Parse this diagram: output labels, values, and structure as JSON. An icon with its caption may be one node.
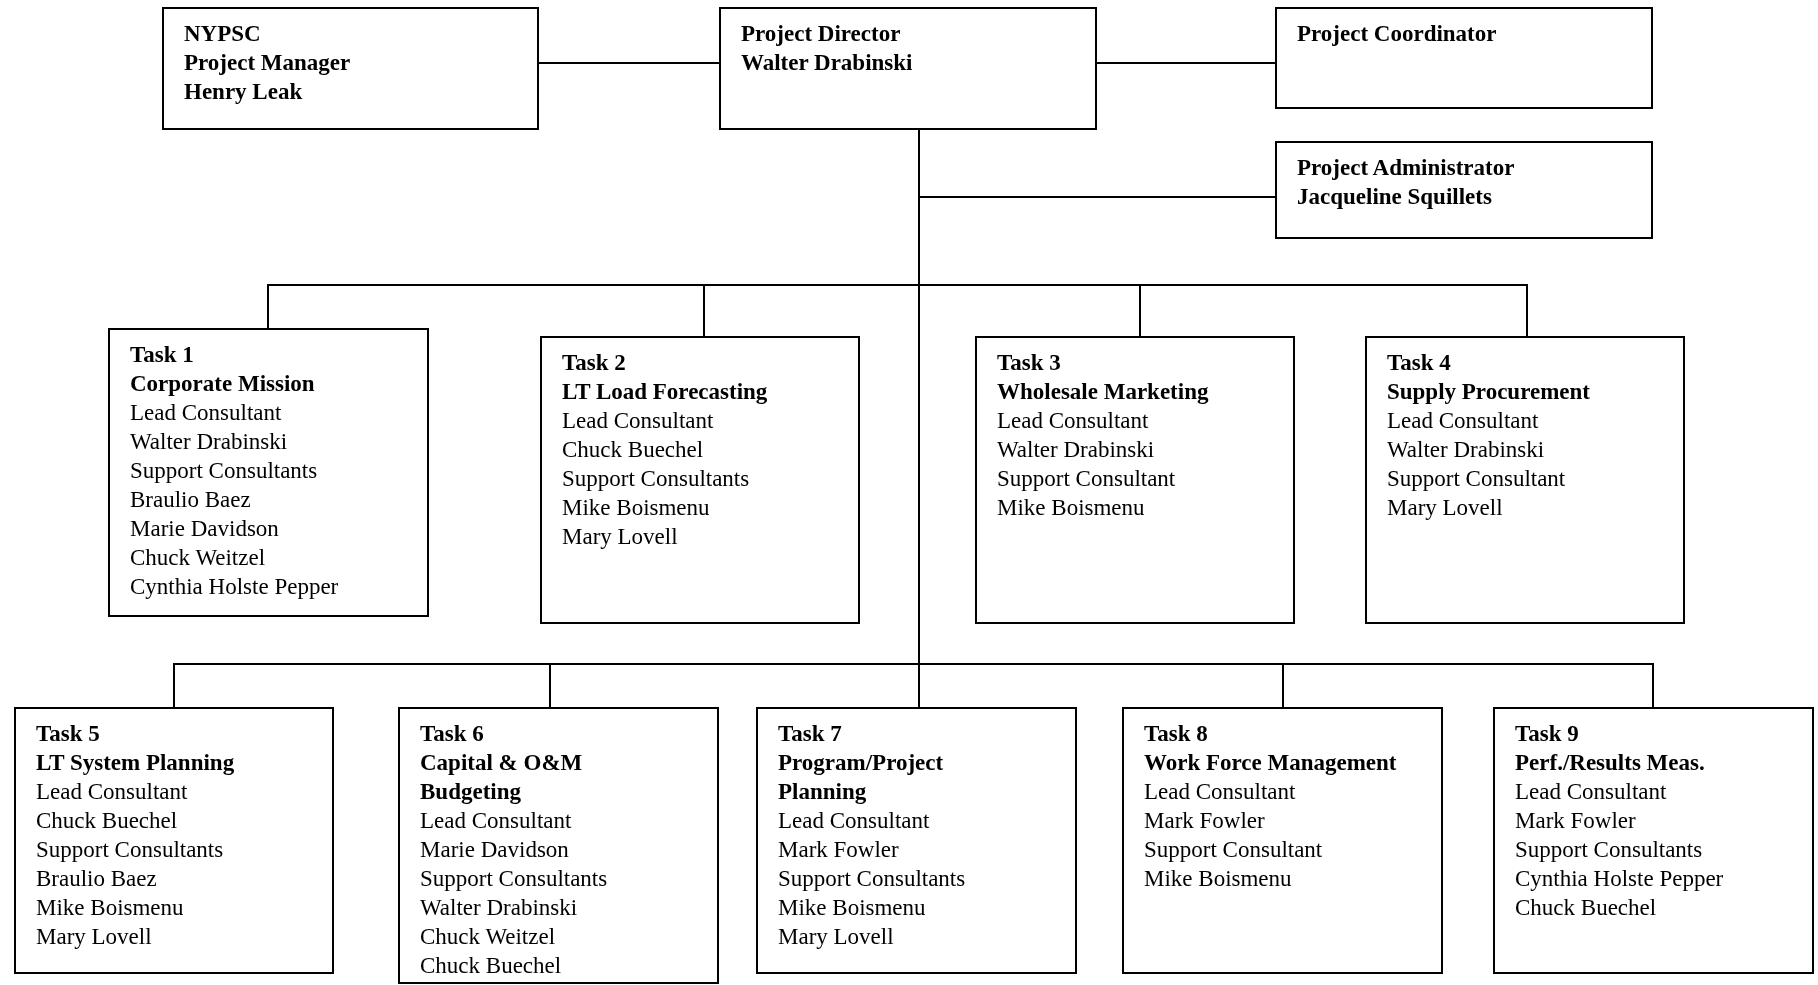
{
  "diagram": {
    "nodes": [
      {
        "text": [
          "NYPSC",
          "Project Manager",
          "Henry Leak"
        ]
      },
      {
        "text": [
          "Project Director",
          "Walter Drabinski"
        ]
      },
      {
        "text": [
          "Project Coordinator"
        ]
      },
      {
        "text": [
          "Project Administrator",
          "Jacqueline Squillets"
        ]
      },
      {
        "text": [
          "Task 1",
          "Corporate Mission",
          "Lead Consultant",
          "Walter Drabinski",
          "Support Consultants",
          "Braulio Baez",
          "Marie Davidson",
          "Chuck Weitzel",
          "Cynthia Holste Pepper"
        ]
      },
      {
        "text": [
          "Task 2",
          "LT Load Forecasting",
          "Lead Consultant",
          "Chuck Buechel",
          "Support Consultants",
          "Mike Boismenu",
          "Mary Lovell"
        ]
      },
      {
        "text": [
          "Task 3",
          "Wholesale Marketing",
          "Lead Consultant",
          "Walter Drabinski",
          "Support Consultant",
          "Mike Boismenu"
        ]
      },
      {
        "text": [
          "Task 4",
          "Supply Procurement",
          "Lead Consultant",
          "Walter Drabinski",
          "Support Consultant",
          "Mary Lovell"
        ]
      },
      {
        "text": [
          "Task 5",
          "LT System Planning",
          "Lead Consultant",
          "Chuck Buechel",
          "Support Consultants",
          "Braulio Baez",
          "Mike Boismenu",
          "Mary Lovell"
        ]
      },
      {
        "text": [
          "Task 6",
          "Capital & O&M Budgeting",
          "Lead Consultant",
          "Marie Davidson",
          "Support Consultants",
          "Walter Drabinski",
          "Chuck Weitzel",
          "Chuck Buechel"
        ]
      },
      {
        "text": [
          "Task 7",
          "Program/Project Planning",
          "Lead Consultant",
          "Mark Fowler",
          "Support Consultants",
          "Mike Boismenu",
          "Mary Lovell"
        ]
      },
      {
        "text": [
          "Task 8",
          "Work Force Management",
          "Lead Consultant",
          "Mark Fowler",
          "Support Consultant",
          "Mike Boismenu"
        ]
      },
      {
        "text": [
          "Task 9",
          "Perf./Results Meas.",
          "Lead Consultant",
          "Mark Fowler",
          "Support Consultants",
          "Cynthia Holste Pepper",
          "Chuck Buechel"
        ]
      }
    ],
    "edges": [
      {
        "from": 0,
        "to": 1,
        "arrow": "none"
      },
      {
        "from": 1,
        "to": 2,
        "arrow": "none"
      },
      {
        "from": 1,
        "to": 3,
        "arrow": "none"
      },
      {
        "from": 1,
        "to": 4,
        "arrow": "none"
      },
      {
        "from": 1,
        "to": 5,
        "arrow": "none"
      },
      {
        "from": 1,
        "to": 6,
        "arrow": "none"
      },
      {
        "from": 1,
        "to": 7,
        "arrow": "none"
      },
      {
        "from": 1,
        "to": 8,
        "arrow": "none"
      },
      {
        "from": 1,
        "to": 9,
        "arrow": "none"
      },
      {
        "from": 1,
        "to": 10,
        "arrow": "none"
      },
      {
        "from": 1,
        "to": 11,
        "arrow": "none"
      },
      {
        "from": 1,
        "to": 12,
        "arrow": "none"
      }
    ]
  }
}
